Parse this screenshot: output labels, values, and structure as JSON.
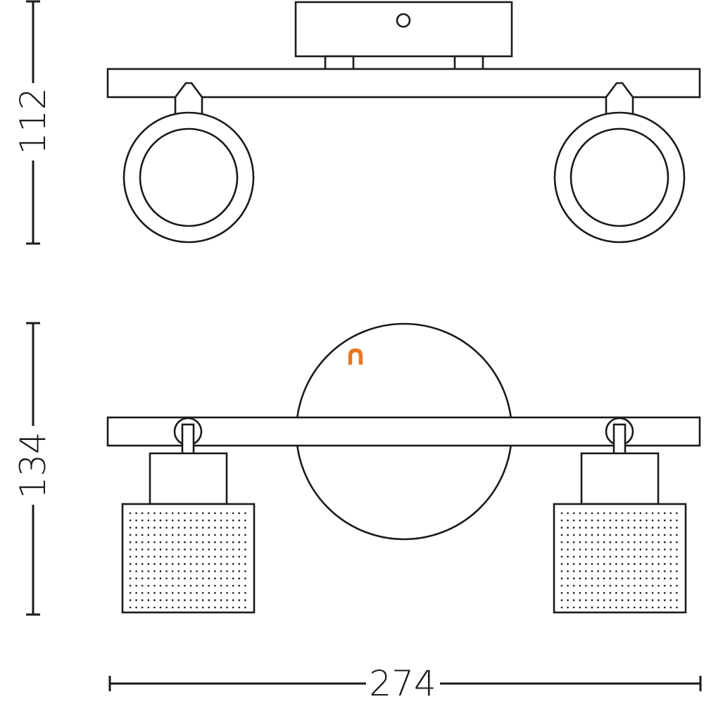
{
  "dimensions": {
    "top_height": "112",
    "bottom_height": "134",
    "width": "274"
  },
  "brand_mark": {
    "glyph": "∩",
    "color": "#e87722"
  },
  "colors": {
    "line": "#1a1a1a",
    "background": "#ffffff"
  }
}
